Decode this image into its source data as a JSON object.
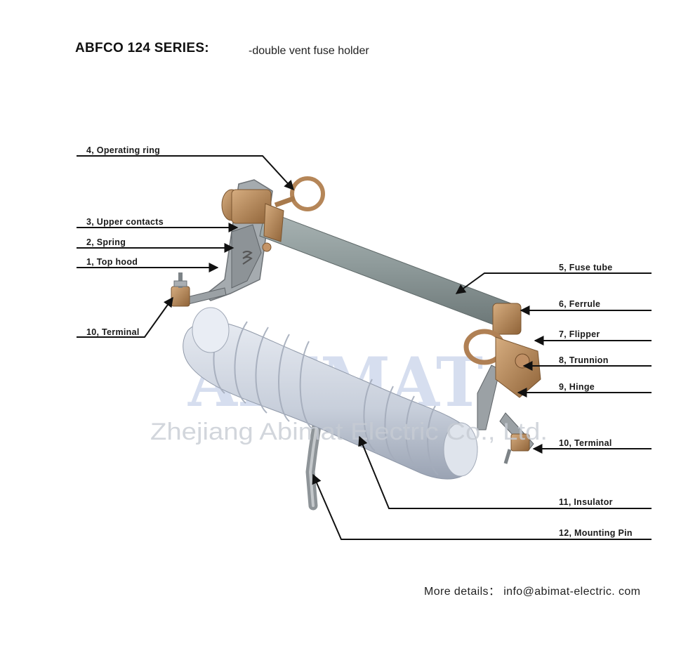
{
  "header": {
    "title": "ABFCO 124 SERIES:",
    "subtitle": "-double vent fuse holder"
  },
  "watermark": {
    "logo": "ABIMAT",
    "company": "Zhejiang Abimat Electric Co., Ltd."
  },
  "labels": {
    "operating_ring": "4, Operating ring",
    "upper_contacts": "3, Upper contacts",
    "spring": "2, Spring",
    "top_hood": "1, Top hood",
    "terminal_left": "10, Terminal",
    "fuse_tube": "5, Fuse tube",
    "ferrule": "6, Ferrule",
    "flipper": "7, Flipper",
    "trunnion": "8, Trunnion",
    "hinge": "9, Hinge",
    "terminal_right": "10, Terminal",
    "insulator": "11, Insulator",
    "mounting_pin": "12, Mounting  Pin"
  },
  "footer": {
    "contact": "More  details： info@abimat-electric. com"
  },
  "colors": {
    "porcelain": "#cfd5df",
    "fuse_tube": "#8e9a9b",
    "bronze": "#b88a5c",
    "steel": "#9aa0a4",
    "watermark": "#c9d3ea"
  }
}
